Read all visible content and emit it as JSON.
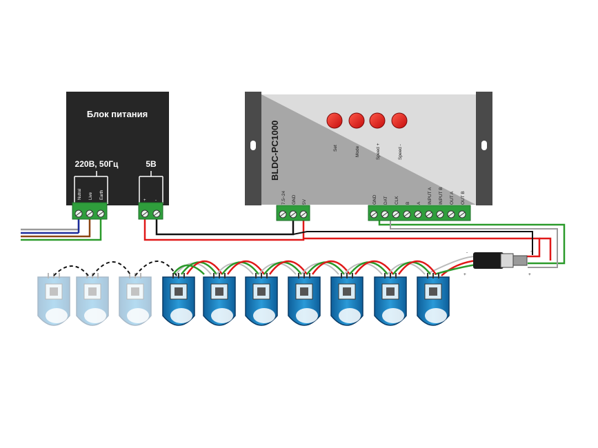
{
  "power_supply": {
    "title": "Блок питания",
    "ac_label": "220В, 50Гц",
    "dc_label": "5В",
    "ac_terminals": [
      "Nutral",
      "Live",
      "Earth"
    ],
    "dc_terminals": [
      "+",
      "-"
    ]
  },
  "controller": {
    "model": "BLDC-PC1000",
    "buttons": [
      "Set",
      "Mode",
      "Speed +",
      "Speed -"
    ],
    "power_terminals": [
      "7.5~24",
      "GND",
      "5V"
    ],
    "signal_terminals": [
      "GND",
      "DAT",
      "CLK",
      "B",
      "A",
      "INPUT A",
      "INPUT B",
      "OUT A",
      "OUT B"
    ]
  },
  "connector": {
    "minus_label": "-",
    "plus_label": "+"
  },
  "pixels": {
    "active": 7,
    "inactive": 3
  },
  "colors": {
    "case_dark": "#262626",
    "controller_gray": "#a0a0a0",
    "terminal_green": "#2f9e3c",
    "button_red": "#e81818",
    "pixel_blue": "#1e88c8",
    "wire_red": "#e01818",
    "wire_green": "#2a9a2a",
    "wire_brown": "#8b4513",
    "wire_blue": "#1a2a9a"
  }
}
